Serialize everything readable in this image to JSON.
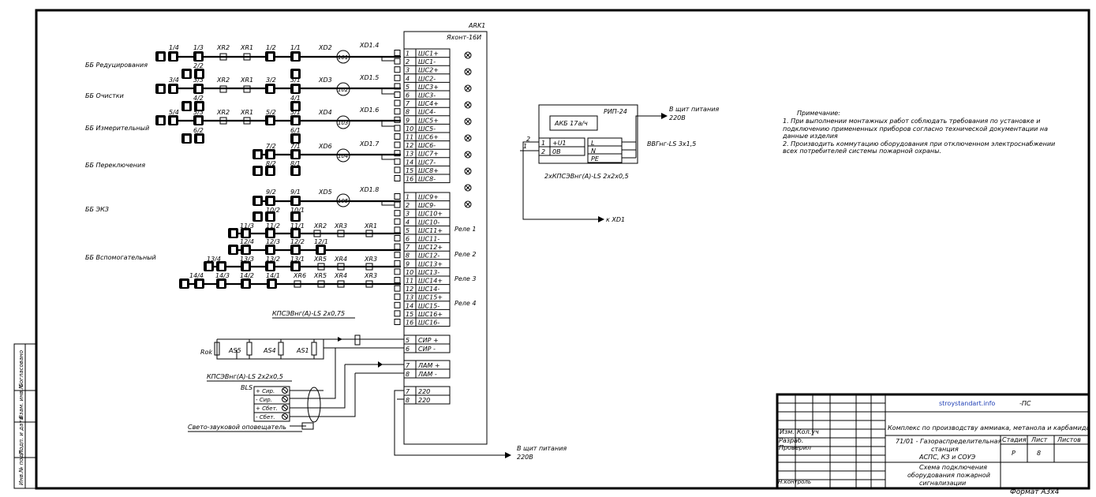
{
  "device": {
    "ref": "ARK1",
    "model": "Яхонт-16И",
    "terminals_a": [
      {
        "n": "1",
        "label": "ШС1+"
      },
      {
        "n": "2",
        "label": "ШС1-"
      },
      {
        "n": "3",
        "label": "ШС2+"
      },
      {
        "n": "4",
        "label": "ШС2-"
      },
      {
        "n": "5",
        "label": "ШС3+"
      },
      {
        "n": "6",
        "label": "ШС3-"
      },
      {
        "n": "7",
        "label": "ШС4+"
      },
      {
        "n": "8",
        "label": "ШС4-"
      },
      {
        "n": "9",
        "label": "ШС5+"
      },
      {
        "n": "10",
        "label": "ШС5-"
      },
      {
        "n": "11",
        "label": "ШС6+"
      },
      {
        "n": "12",
        "label": "ШС6-"
      },
      {
        "n": "13",
        "label": "ШС7+"
      },
      {
        "n": "14",
        "label": "ШС7-"
      },
      {
        "n": "15",
        "label": "ШС8+"
      },
      {
        "n": "16",
        "label": "ШС8-"
      }
    ],
    "terminals_b": [
      {
        "n": "1",
        "label": "ШС9+"
      },
      {
        "n": "2",
        "label": "ШС9-"
      },
      {
        "n": "3",
        "label": "ШС10+"
      },
      {
        "n": "4",
        "label": "ШС10-"
      },
      {
        "n": "5",
        "label": "ШС11+"
      },
      {
        "n": "6",
        "label": "ШС11-"
      },
      {
        "n": "7",
        "label": "ШС12+"
      },
      {
        "n": "8",
        "label": "ШС12-"
      },
      {
        "n": "9",
        "label": "ШС13+"
      },
      {
        "n": "10",
        "label": "ШС13-"
      },
      {
        "n": "11",
        "label": "ШС14+"
      },
      {
        "n": "12",
        "label": "ШС14-"
      },
      {
        "n": "13",
        "label": "ШС15+"
      },
      {
        "n": "14",
        "label": "ШС15-"
      },
      {
        "n": "15",
        "label": "ШС16+"
      },
      {
        "n": "16",
        "label": "ШС16-"
      }
    ],
    "relays": [
      "Реле 1",
      "Реле 2",
      "Реле 3",
      "Реле 4"
    ],
    "sir": [
      {
        "n": "5",
        "label": "СИР +"
      },
      {
        "n": "6",
        "label": "СИР -"
      }
    ],
    "lam": [
      {
        "n": "7",
        "label": "ЛАМ +"
      },
      {
        "n": "8",
        "label": "ЛАМ -"
      }
    ],
    "power": [
      {
        "n": "7",
        "label": "220"
      },
      {
        "n": "8",
        "label": "220"
      }
    ]
  },
  "zones": [
    {
      "label": "ББ Редуцирования",
      "nodes": [
        "1/4",
        "1/3",
        "XR2",
        "XR1",
        "1/2",
        "1/1",
        "XD2",
        "XD1.4",
        "101"
      ]
    },
    {
      "label": "ББ Очистки",
      "nodes": [
        "2/2",
        "3/4",
        "3/3",
        "XR2",
        "XR1",
        "3/2",
        "3/1",
        "XD3",
        "XD1.5",
        "102"
      ]
    },
    {
      "label": "ББ Измерительный",
      "nodes": [
        "4/2",
        "4/1",
        "5/4",
        "5/3",
        "XR2",
        "XR1",
        "5/2",
        "5/1",
        "XD4",
        "XD1.6",
        "103"
      ]
    },
    {
      "label": "ББ Переключения",
      "nodes": [
        "6/2",
        "6/1",
        "7/2",
        "7/1",
        "XD6",
        "XD1.7",
        "104",
        "8/2",
        "8/1"
      ]
    },
    {
      "label": "ББ ЭКЗ",
      "nodes": [
        "9/2",
        "9/1",
        "XD5",
        "XD1.8",
        "105",
        "10/2",
        "10/1"
      ]
    },
    {
      "label": "ББ Вспомогательный",
      "nodes": [
        "11/3",
        "11/2",
        "11/1",
        "XR2",
        "XR3",
        "XR1",
        "12/4",
        "12/3",
        "12/2",
        "12/1",
        "13/4",
        "13/3",
        "13/2",
        "13/1",
        "XR5",
        "XR4",
        "XR3",
        "14/4",
        "14/3",
        "14/2",
        "14/1",
        "XR6",
        "XR5",
        "XR4",
        "XR3"
      ]
    }
  ],
  "psu": {
    "name": "РИП-24",
    "battery": "АКБ 17а/ч",
    "inputs": [
      {
        "n": "1",
        "label": "+U1"
      },
      {
        "n": "2",
        "label": "0В"
      }
    ],
    "mains": [
      "L",
      "N",
      "PE"
    ],
    "cable_in": "2хКПСЭВнг(А)-LS 2х2х0,5",
    "cable_mains": "ВВГнг-LS 3х1,5",
    "to_shield": "В щит питания",
    "voltage": "220В",
    "to_xd1": "к XD1",
    "wire_labels": [
      "2",
      "1"
    ]
  },
  "sirens": {
    "cable_top": "КПСЭВнг(А)-LS 2х0,75",
    "cable_bottom": "КПСЭВнг(А)-LS 2х2х0,5",
    "elements": [
      "Rok",
      "AS5",
      "AS4",
      "AS1"
    ],
    "bls": "BLS",
    "bls_terminals": [
      "+ Сир.",
      "- Сир.",
      "+ Сбет.",
      "- Сбет."
    ],
    "bls_caption": "Свето-звуковой оповещатель"
  },
  "power_note": {
    "line1": "В щит питания",
    "line2": "220В"
  },
  "notes": {
    "title": "Примечание:",
    "item1": "1. При выполнении монтажных работ соблюдать требования по установке и подключению примененных приборов согласно технической документации на данные изделия",
    "item2": "2. Производить коммутацию оборудования при отключенном электроснабжении всех потребителей системы пожарной охраны."
  },
  "title_block": {
    "site": "stroystandart.info",
    "code_suffix": "-ПС",
    "project": "Комплекс по производству аммиака, метанола и карбамида",
    "object_line1": "71/01 - Газораспределительная",
    "object_line2": "станция",
    "object_line3": "АСПС, КЗ и СОУЭ",
    "drawing_line1": "Схема подключения",
    "drawing_line2": "оборудования пожарной",
    "drawing_line3": "сигнализации",
    "col_stage": "Стадия",
    "col_sheet": "Лист",
    "col_sheets": "Листов",
    "stage": "Р",
    "sheet": "8",
    "rows": [
      "Изм.",
      "Кол.уч",
      "Разраб.",
      "Проверил",
      "Н.контроль"
    ],
    "format": "Формат А3х4"
  },
  "side_stamp": [
    "Инв.№ подл.",
    "Подп. и дата",
    "Взам. инв.№",
    "Согласовано"
  ]
}
